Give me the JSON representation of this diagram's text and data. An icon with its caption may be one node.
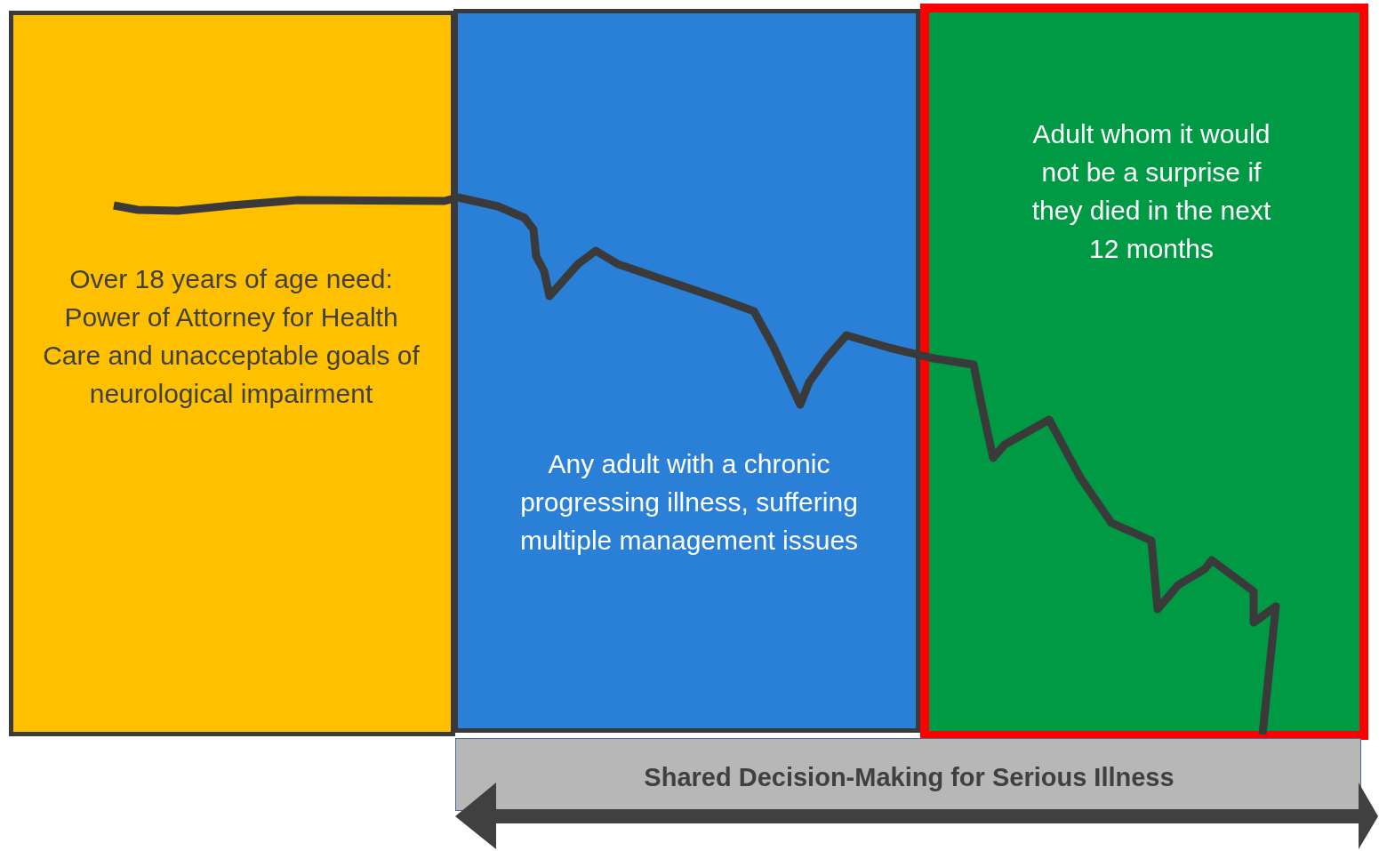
{
  "diagram": {
    "nodes": [
      {
        "text": [
          "Over 18 years of age need: Power of Attorney for Health Care and  unacceptable goals of  neurological impairment"
        ]
      },
      {
        "text": [
          "Any adult with a chronic progressing illness, suffering multiple management issues"
        ]
      },
      {
        "text": [
          "Adult whom it would not be a surprise if they died in the next 12 months"
        ]
      },
      {
        "text": [
          "Shared Decision-Making for Serious Illness"
        ]
      }
    ]
  }
}
